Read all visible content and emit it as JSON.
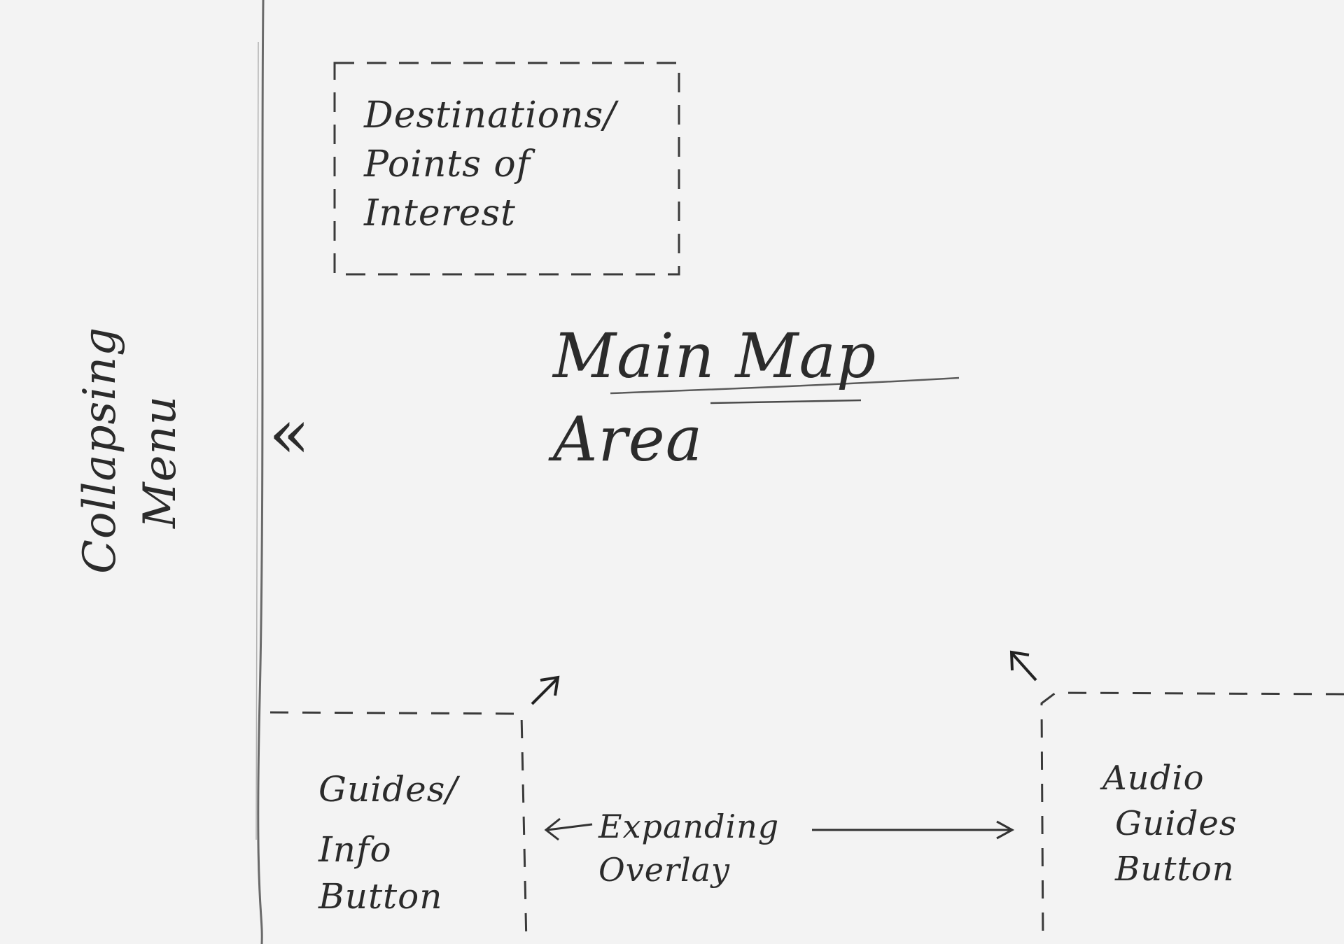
{
  "sidebar": {
    "label": "Collapsing Menu",
    "collapse_glyph": "«"
  },
  "destinations": {
    "label_line1": "Destinations/",
    "label_line2": "Points of Interest"
  },
  "main_map": {
    "title": "Main Map Area"
  },
  "guides_info": {
    "label_line1": "Guides/",
    "label_line2": "Info",
    "label_line3": "Button"
  },
  "overlay": {
    "label_line1": "Expanding",
    "label_line2": "Overlay"
  },
  "audio_guides": {
    "label_line1": "Audio",
    "label_line2": "Guides",
    "label_line3": "Button"
  },
  "colors": {
    "paper": "#f3f3f3",
    "pencil": "#2b2b2b",
    "faint_pencil": "#8a8a8a"
  },
  "icons": {
    "collapse": "double-chevron-left-icon",
    "expand_guides": "arrow-up-right-icon",
    "expand_audio": "arrow-up-left-icon",
    "overlay_span": "double-headed-arrow-icon"
  }
}
